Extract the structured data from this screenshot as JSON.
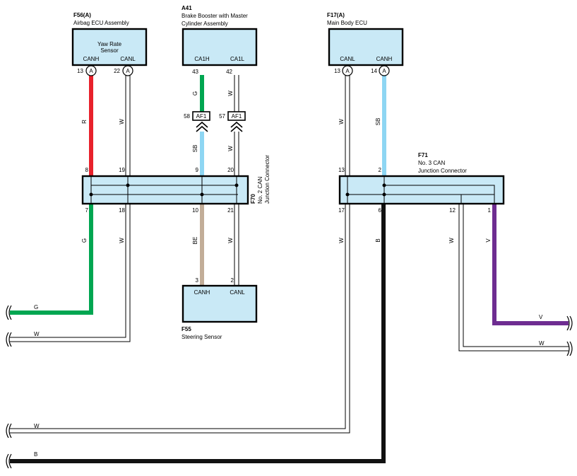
{
  "components": {
    "airbag": {
      "code": "F56(A)",
      "name": "Airbag ECU Assembly",
      "inner_title_1": "Yaw Rate",
      "inner_title_2": "Sensor",
      "pin_left_name": "CANH",
      "pin_right_name": "CANL",
      "pin_left_no": "13",
      "pin_right_no": "22",
      "connector_badge": "A"
    },
    "brake": {
      "code": "A41",
      "name_line1": "Brake Booster with Master",
      "name_line2": "Cylinder Assembly",
      "pin_left_name": "CA1H",
      "pin_right_name": "CA1L",
      "pin_left_no": "43",
      "pin_right_no": "42"
    },
    "body_ecu": {
      "code": "F17(A)",
      "name": "Main Body ECU",
      "pin_left_name": "CANL",
      "pin_right_name": "CANH",
      "pin_left_no": "13",
      "pin_right_no": "14",
      "connector_badge": "A"
    },
    "steering": {
      "code": "F55",
      "name": "Steering Sensor",
      "pin_left_name": "CANH",
      "pin_right_name": "CANL",
      "pin_left_no": "3",
      "pin_right_no": "2"
    }
  },
  "junctions": {
    "f70": {
      "code": "F70",
      "name_line1": "No. 2 CAN",
      "name_line2": "Junction Connector",
      "top_pins": [
        "8",
        "19",
        "9",
        "20"
      ],
      "bottom_pins": [
        "7",
        "18",
        "10",
        "21"
      ]
    },
    "f71": {
      "code": "F71",
      "name_line1": "No. 3 CAN",
      "name_line2": "Junction Connector",
      "top_pins": [
        "13",
        "2"
      ],
      "bottom_pins": [
        "17",
        "6",
        "12",
        "1"
      ]
    }
  },
  "af_connectors": [
    {
      "label": "AF1",
      "pin": "58"
    },
    {
      "label": "AF1",
      "pin": "57"
    }
  ],
  "wire_labels": {
    "airbag_canh": "R",
    "airbag_canl": "W",
    "brake_ca1h_upper": "G",
    "brake_ca1l_upper": "W",
    "brake_ca1h_lower": "SB",
    "brake_ca1l_lower": "W",
    "f70_out_7": "G",
    "f70_out_18": "W",
    "f70_out_10": "BE",
    "f70_out_21": "W",
    "body_canl": "W",
    "body_canh": "SB",
    "f71_out_17": "W",
    "f71_out_6": "B",
    "f71_out_12": "W",
    "f71_out_1": "V",
    "left_g": "G",
    "left_w1": "W",
    "left_w2": "W",
    "left_b": "B",
    "right_v": "V",
    "right_w": "W"
  },
  "colors": {
    "red": "#e8222c",
    "green": "#00a651",
    "sky_blue": "#8ed6f3",
    "beige": "#c2ad98",
    "black": "#111111",
    "violet": "#6e2d91",
    "component_fill": "#c9e9f6"
  }
}
